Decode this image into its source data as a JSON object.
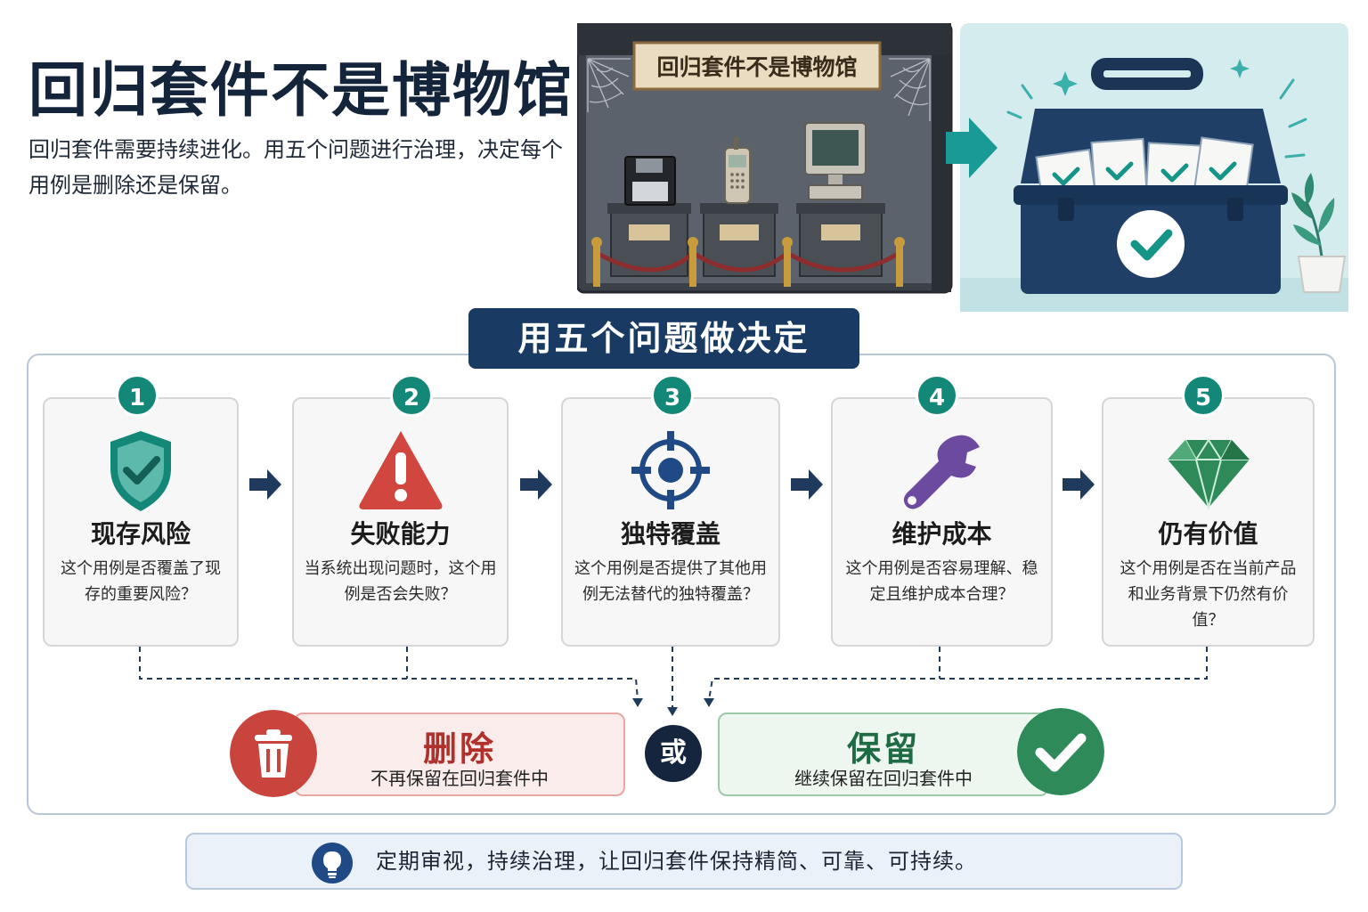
{
  "header": {
    "title": "回归套件不是博物馆",
    "subtitle": "回归套件需要持续进化。用五个问题进行治理，决定每个用例是删除还是保留。"
  },
  "illustration": {
    "museum_sign": "回归套件不是博物馆",
    "museum_icon": "museum-display-icon",
    "toolbox_icon": "toolbox-check-icon"
  },
  "panel": {
    "title": "用五个问题做决定",
    "questions": [
      {
        "number": "1",
        "title": "现存风险",
        "desc": "这个用例是否覆盖了现存的重要风险？",
        "icon": "shield-check-icon"
      },
      {
        "number": "2",
        "title": "失败能力",
        "desc": "当系统出现问题时，这个用例是否会失败？",
        "icon": "warning-icon"
      },
      {
        "number": "3",
        "title": "独特覆盖",
        "desc": "这个用例是否提供了其他用例无法替代的独特覆盖？",
        "icon": "target-icon"
      },
      {
        "number": "4",
        "title": "维护成本",
        "desc": "这个用例是否容易理解、稳定且维护成本合理？",
        "icon": "wrench-icon"
      },
      {
        "number": "5",
        "title": "仍有价值",
        "desc": "这个用例是否在当前产品和业务背景下仍然有价值？",
        "icon": "diamond-icon"
      }
    ],
    "outcomes": {
      "delete": {
        "title": "删除",
        "desc": "不再保留在回归套件中",
        "icon": "trash-icon"
      },
      "or_label": "或",
      "keep": {
        "title": "保留",
        "desc": "继续保留在回归套件中",
        "icon": "check-icon"
      }
    }
  },
  "tip": {
    "icon": "lightbulb-icon",
    "text": "定期审视，持续治理，让回归套件保持精简、可靠、可持续。"
  },
  "colors": {
    "navy": "#183a63",
    "teal": "#148878",
    "red": "#c9443d",
    "green": "#2e8a59",
    "purple": "#6c4aa0"
  }
}
